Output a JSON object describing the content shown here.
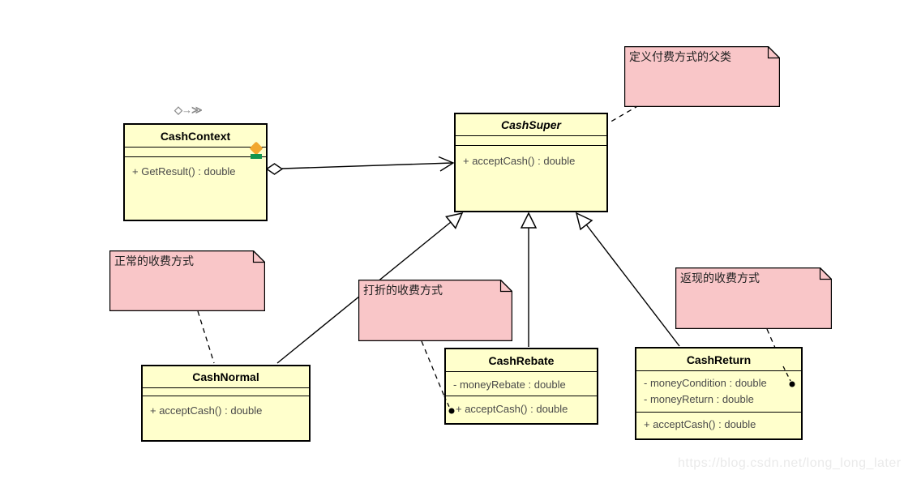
{
  "diagram": {
    "title_hint": "UML class diagram - cash strategy pattern",
    "stereotype_icon": "◇→≫",
    "watermark": "https://blog.csdn.net/long_long_later",
    "colors": {
      "class_fill": "#FFFFCC",
      "note_fill": "#F9C6C8",
      "border": "#000000",
      "marker_orange": "#F2A72E",
      "marker_green": "#12954F",
      "watermark_gray": "#EAEAEA"
    },
    "classes": {
      "cash_context": {
        "name": "CashContext",
        "attributes": [],
        "operations": [
          "+ GetResult() : double"
        ]
      },
      "cash_super": {
        "name": "CashSuper",
        "abstract": true,
        "attributes": [],
        "operations": [
          "+ acceptCash() : double"
        ]
      },
      "cash_normal": {
        "name": "CashNormal",
        "attributes": [],
        "operations": [
          "+ acceptCash() : double"
        ]
      },
      "cash_rebate": {
        "name": "CashRebate",
        "attributes": [
          "- moneyRebate : double"
        ],
        "operations": [
          "+ acceptCash() : double"
        ]
      },
      "cash_return": {
        "name": "CashReturn",
        "attributes": [
          "- moneyCondition : double",
          "- moneyReturn : double"
        ],
        "operations": [
          "+ acceptCash() : double"
        ]
      }
    },
    "notes": {
      "super_note": {
        "text": "定义付费方式的父类"
      },
      "normal_note": {
        "text": "正常的收费方式"
      },
      "rebate_note": {
        "text": "打折的收费方式"
      },
      "return_note": {
        "text": "返现的收费方式"
      }
    }
  }
}
